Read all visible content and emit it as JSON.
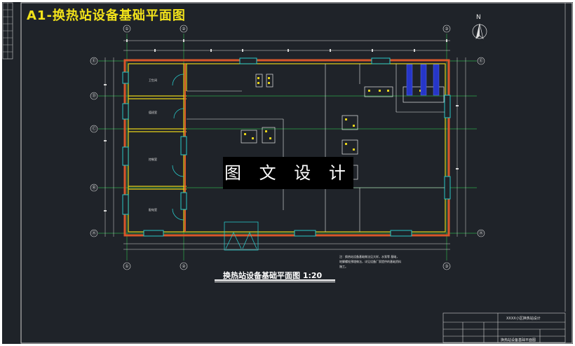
{
  "drawing": {
    "title": "A1-换热站设备基础平面图",
    "plan_title": "换热站设备基础平面图 1:20",
    "watermark": "图 文 设 计",
    "north": "N"
  },
  "axes": {
    "columns": [
      "①",
      "②",
      "③"
    ],
    "rows": [
      "Ⓐ",
      "Ⓑ",
      "Ⓒ",
      "Ⓓ",
      "Ⓔ"
    ]
  },
  "rooms": [
    "卫生间",
    "值班室",
    "控制室",
    "配电室"
  ],
  "notes": [
    "注：换热站设备基础做法见大样，水泵等 基础，",
    "地脚螺栓预埋做法，详见设备厂家提供的基础资料",
    "施工。"
  ],
  "title_block": {
    "project": "XXXX小区换热站设计",
    "drawing_name": "换热站设备基础平面图"
  },
  "colors": {
    "background": "#1f2329",
    "title": "#f2e21a",
    "wall_outer": "#d9572a",
    "wall_inner": "#e7d31a",
    "window": "#28c7c7",
    "equipment": "#2636c8"
  }
}
